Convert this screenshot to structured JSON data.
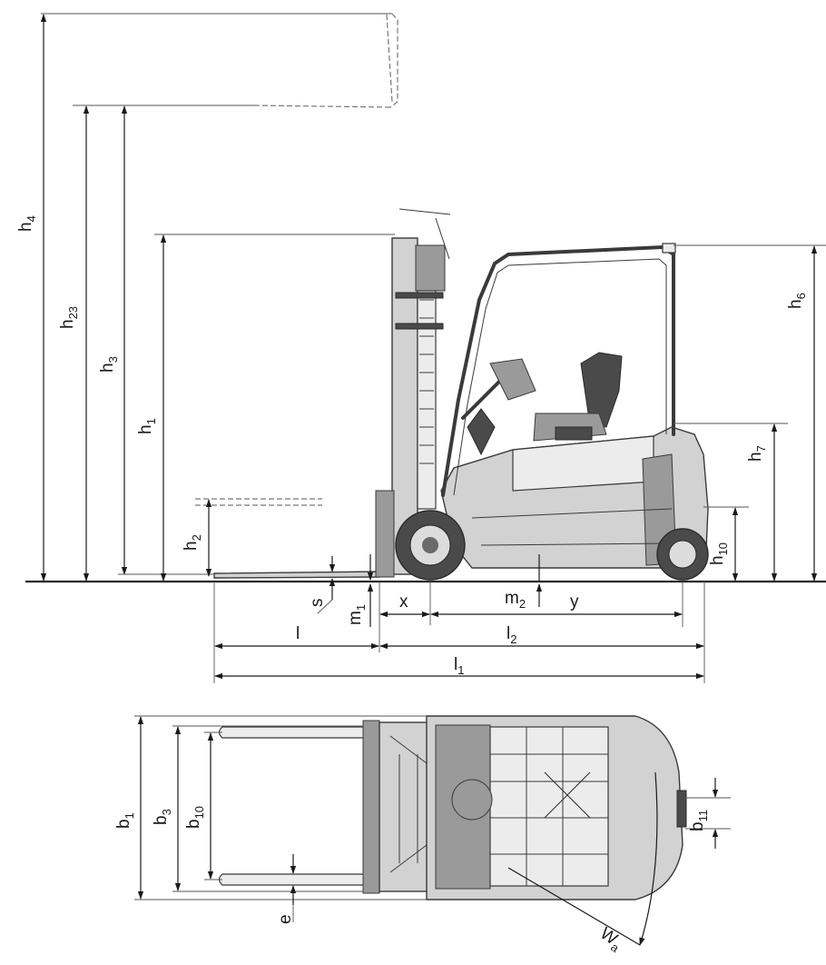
{
  "labels": {
    "h4": {
      "main": "h",
      "sub": "4"
    },
    "h23": {
      "main": "h",
      "sub": "23"
    },
    "h3": {
      "main": "h",
      "sub": "3"
    },
    "h1": {
      "main": "h",
      "sub": "1"
    },
    "h2": {
      "main": "h",
      "sub": "2"
    },
    "h6": {
      "main": "h",
      "sub": "6"
    },
    "h7": {
      "main": "h",
      "sub": "7"
    },
    "h10": {
      "main": "h",
      "sub": "10"
    },
    "s": {
      "main": "s",
      "sub": ""
    },
    "m1": {
      "main": "m",
      "sub": "1"
    },
    "m2": {
      "main": "m",
      "sub": "2"
    },
    "x": {
      "main": "x",
      "sub": ""
    },
    "y": {
      "main": "y",
      "sub": ""
    },
    "l": {
      "main": "l",
      "sub": ""
    },
    "l1": {
      "main": "l",
      "sub": "1"
    },
    "l2": {
      "main": "l",
      "sub": "2"
    },
    "b1": {
      "main": "b",
      "sub": "1"
    },
    "b3": {
      "main": "b",
      "sub": "3"
    },
    "b10": {
      "main": "b",
      "sub": "10"
    },
    "b11": {
      "main": "b",
      "sub": "11"
    },
    "e": {
      "main": "e",
      "sub": ""
    },
    "wa": {
      "main": "W",
      "sub": "a"
    }
  },
  "colors": {
    "line": "#1a1a1a",
    "truck_body": "#d2d2d2",
    "truck_dark": "#4a4a4a",
    "background": "#ffffff"
  }
}
